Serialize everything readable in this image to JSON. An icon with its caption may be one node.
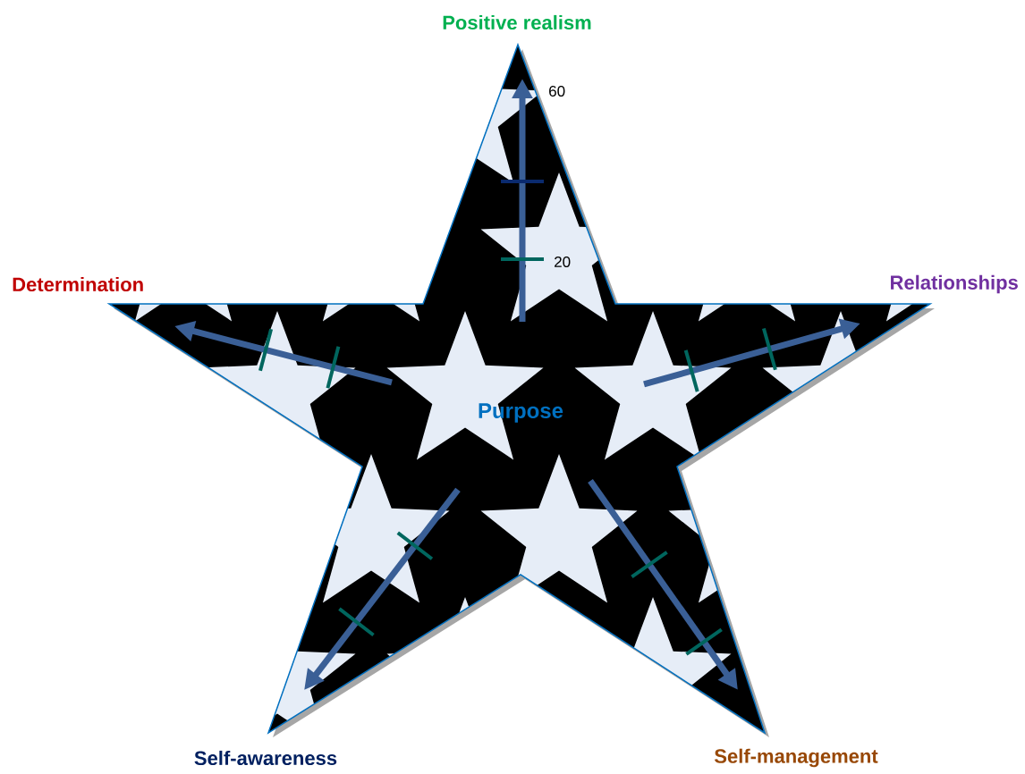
{
  "diagram": {
    "nodes": [
      {
        "text": [
          "Purpose"
        ]
      }
    ],
    "labels": [
      "Positive realism",
      "60",
      "20",
      "Determination",
      "Relationships",
      "Self-awareness",
      "Self-management"
    ]
  }
}
